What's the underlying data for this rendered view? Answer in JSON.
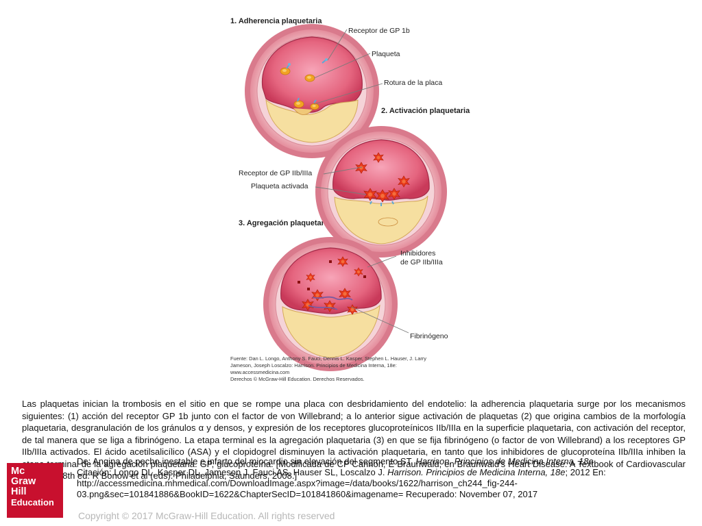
{
  "figure": {
    "panel1_title": "1. Adherencia plaquetaria",
    "panel2_title": "2. Activación plaquetaria",
    "panel3_title": "3. Agregación plaquetaria",
    "labels": {
      "gp1b_receptor": "Receptor de GP 1b",
      "platelet": "Plaqueta",
      "plaque_rupture": "Rotura de la placa",
      "gp2b3a_receptor": "Receptor de GP IIb/IIIa",
      "activated_platelet": "Plaqueta activada",
      "inhibitors_line1": "Inhibidores",
      "inhibitors_line2": "de GP IIb/IIIa",
      "fibrinogen": "Fibrinógeno"
    },
    "source_lines": [
      "Fuente: Dan L. Longo, Anthony S. Fauci, Dennis L. Kasper, Stephen L. Hauser, J. Larry",
      "Jameson, Joseph Loscalzo: Harrison. Principios de Medicina Interna, 18e:",
      "www.accessmedicina.com",
      "Derechos © McGraw-Hill Education. Derechos Reservados."
    ]
  },
  "caption": "Las plaquetas inician la trombosis en el sitio en que se rompe una placa con desbridamiento del endotelio: la adherencia plaquetaria surge por los mecanismos siguientes: (1) acción del receptor GP 1b junto con el factor de von Willebrand; a lo anterior sigue activación de plaquetas (2) que origina cambios de la morfología plaquetaria, desgranulación de los gránulos α y densos, y expresión de los receptores glucoproteínicos IIb/IIIa en la superficie plaquetaria, con activación del receptor, de tal manera que se liga a fibrinógeno. La etapa terminal es la agregación plaquetaria (3) en que se fija fibrinógeno (o factor de von Willebrand) a los receptores GP IIb/IIIa activados. El ácido acetilsalicílico (ASA) y el clopidogrel disminuyen la activación plaquetaria, en tanto que los inhibidores de glucoproteína IIb/IIIa inhiben la etapa terminal de la agregación plaquetaria. GP, glucoproteína. [Modificada de CP Cannon, E Braunwald, en Braunwald's Heart Disease: A Textbook of Cardiovascular Medicine, 8th ed. R Bonow et al (eds). Philadelphia, Saunders, 2008.]",
  "citation": {
    "from_prefix": "De: Angina de pecho inestable e infarto del miocardio sin elevación del segmento ST, ",
    "from_book": "Harrison. Principios de Medicina Interna, 18e",
    "text_prefix": "Citación: Longo DL, Kasper DL, Jameson J, Fauci AS, Hauser SL, Loscalzo J. ",
    "text_book": "Harrison. Principios de Medicina Interna, 18e",
    "text_suffix": "; 2012 En: http://accessmedicina.mhmedical.com/DownloadImage.aspx?image=/data/books/1622/harrison_ch244_fig-244-03.png&sec=101841886&BookID=1622&ChapterSecID=101841860&imagename= Recuperado: November 07, 2017"
  },
  "logo": {
    "line1": "Mc",
    "line2": "Graw",
    "line3": "Hill",
    "line4": "Education"
  },
  "copyright": "Copyright © 2017 McGraw-Hill Education. All rights reserved",
  "colors": {
    "logo_red": "#c8102e",
    "vessel_wall": "#e8a3ad",
    "lumen": "#d9456a",
    "plaque": "#f6dfa0",
    "platelet": "#f0a020",
    "activated_platelet": "#e83a1c",
    "receptor": "#6cb7e0"
  }
}
